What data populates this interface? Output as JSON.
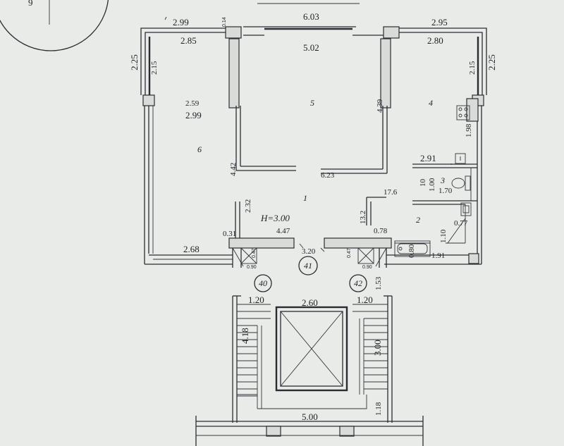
{
  "plan": {
    "height_note": "H=3.00",
    "partial_label": "9"
  },
  "rooms": {
    "r1": "1",
    "r2": "2",
    "r3": "3",
    "r4": "4",
    "r5": "5",
    "r6": "6"
  },
  "apartments": {
    "a40": "40",
    "a41": "41",
    "a42": "42"
  },
  "dimensions": {
    "top_left_outer": "2.99",
    "top_left_inner": "2.85",
    "top_window": "6.03",
    "top_inner": "5.02",
    "top_right_outer": "2.95",
    "top_right_inner": "2.80",
    "left_outer_v": "2.25",
    "left_inner_v": "2.15",
    "right_inner_v": "2.15",
    "right_outer_v": "2.25",
    "room6_a": "2.59",
    "room6_b": "2.99",
    "tiny_top": "0.14",
    "room5_partition_v": "4.39",
    "room4_v": "1.98",
    "bath_w": "2.91",
    "bath_10": "10",
    "bath_100": "1.00",
    "bath_170": "1.70",
    "left_partition_v": "4.42",
    "corridor_623": "6.23",
    "hall_176": "17.6",
    "hall_232": "2.32",
    "hall_132": "13.2",
    "hall_447": "4.47",
    "hall_031": "0.31",
    "hall_078": "0.78",
    "wc_077": "0.77",
    "wc_110": "1.10",
    "wc_080": "0.80",
    "wc_191": "1.91",
    "bottom_268": "2.68",
    "door_047a": "0.47",
    "door_047b": "0.47",
    "door_090a": "0.90",
    "door_090b": "0.90",
    "landing_320": "3.20",
    "stair_153": "1.53",
    "stair_120a": "1.20",
    "stair_260": "2.60",
    "stair_120b": "1.20",
    "stair_418": "4.18",
    "stair_300": "3.00",
    "stair_118": "1.18",
    "stair_500": "5.00"
  }
}
